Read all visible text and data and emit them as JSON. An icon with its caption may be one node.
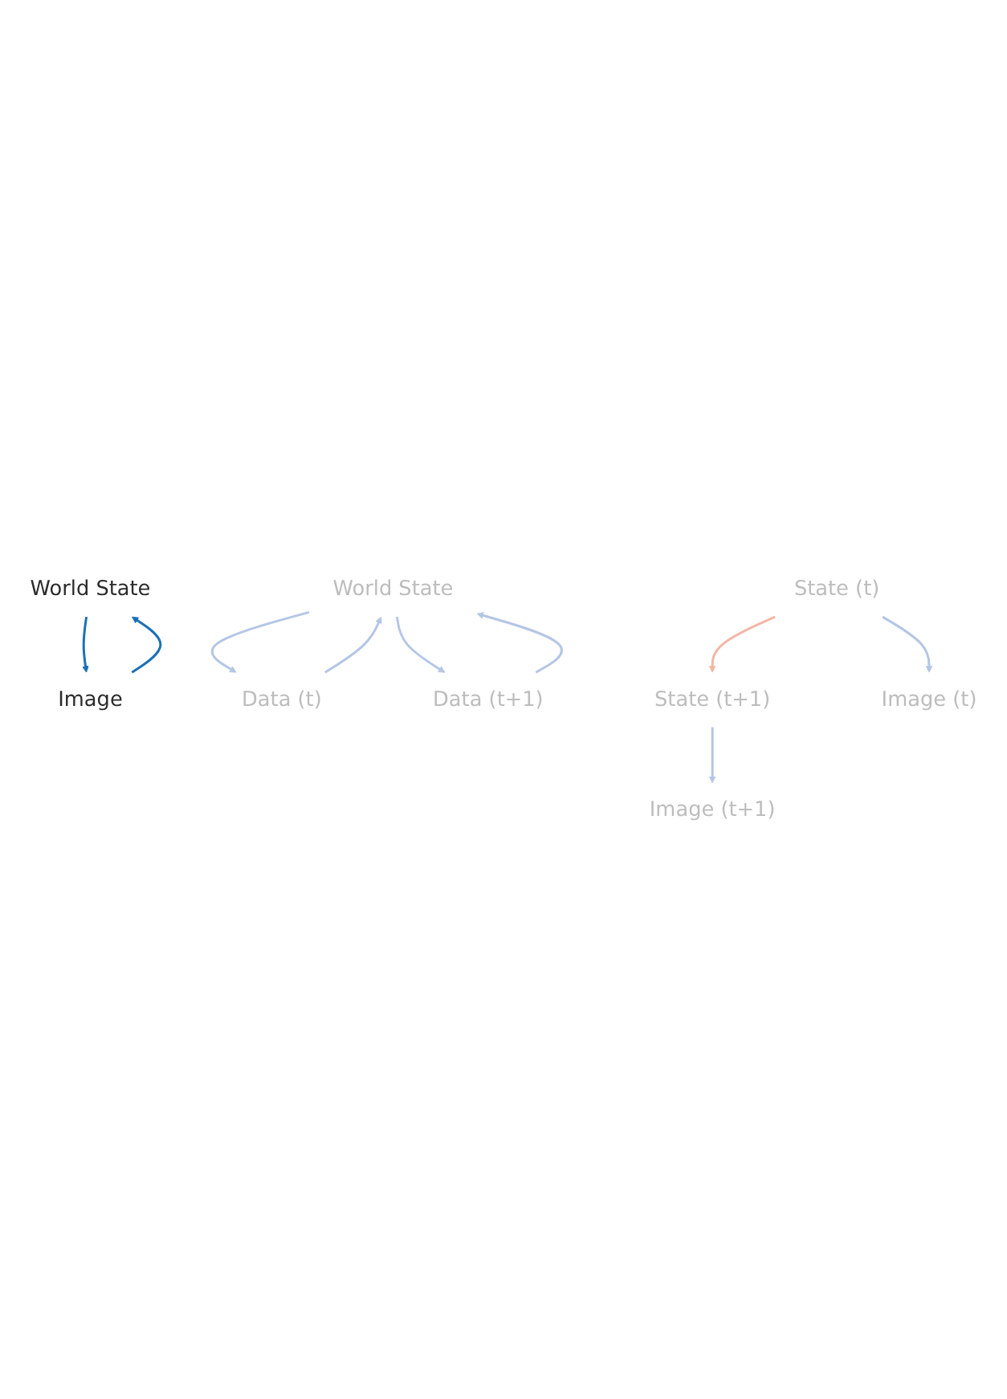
{
  "diagram": {
    "nodes": [
      {
        "text": [
          "World State"
        ]
      },
      {
        "text": [
          "Image"
        ]
      },
      {
        "text": [
          "World State"
        ]
      },
      {
        "text": [
          "Data (t)"
        ]
      },
      {
        "text": [
          "Data (t+1)"
        ]
      },
      {
        "text": [
          "State (t)"
        ]
      },
      {
        "text": [
          "State (t+1)"
        ]
      },
      {
        "text": [
          "Image (t)"
        ]
      },
      {
        "text": [
          "Image (t+1)"
        ]
      }
    ],
    "edges": [
      {
        "from": 1,
        "to": 0,
        "arrow": "to",
        "color": "#1a70b8"
      },
      {
        "from": 0,
        "to": 1,
        "arrow": "to",
        "color": "#1a70b8"
      },
      {
        "from": 3,
        "to": 2,
        "arrow": "to"
      },
      {
        "from": 2,
        "to": 3,
        "arrow": "to"
      },
      {
        "from": 4,
        "to": 2,
        "arrow": "to"
      },
      {
        "from": 2,
        "to": 4,
        "arrow": "to"
      },
      {
        "from": 5,
        "to": 6,
        "arrow": "to",
        "color": "#f4b6a6"
      },
      {
        "from": 5,
        "to": 7,
        "arrow": "to"
      },
      {
        "from": 6,
        "to": 8,
        "arrow": "to"
      }
    ]
  }
}
